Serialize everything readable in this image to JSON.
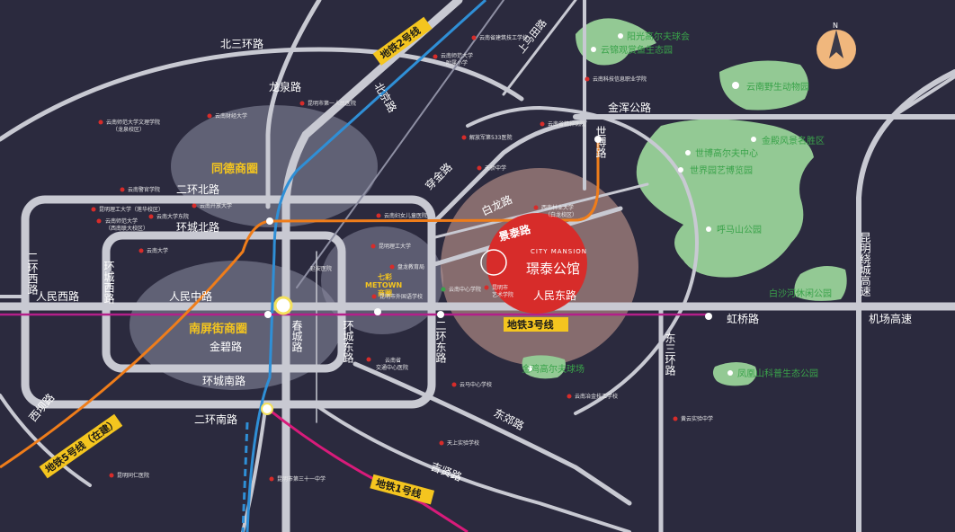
{
  "roads": {
    "bei_san_huan": "北三环路",
    "long_quan": "龙泉路",
    "bei_jing": "北京路",
    "er_huan_bei": "二环北路",
    "huan_cheng_bei": "环城北路",
    "er_huan_xi": "二环西路",
    "huan_cheng_xi": "环城西路",
    "ren_min_xi": "人民西路",
    "ren_min_zhong": "人民中路",
    "ren_min_dong": "人民东路",
    "chun_cheng": "春城路",
    "jin_bi": "金碧路",
    "huan_cheng_nan": "环城南路",
    "er_huan_nan": "二环南路",
    "xi_ba": "西坝路",
    "huan_cheng_dong": "环城东路",
    "er_huan_dong": "二环东路",
    "dong_san_huan": "东三环路",
    "dong_jiao": "东郊路",
    "ji_xian": "吉贤路",
    "hong_qiao": "虹桥路",
    "ji_chang_gao_su": "机场高速",
    "kunming_rao_cheng": "昆明绕城高速",
    "jin_hun": "金浑公路",
    "shi_bo": "世博路",
    "chuan_jin": "穿金路",
    "bai_long": "白龙路",
    "jing_tai": "景泰路",
    "shang_ma_tian": "上马田路"
  },
  "metro_lines": {
    "line1": "地铁1号线",
    "line2": "地铁2号线",
    "line3": "地铁3号线",
    "line5": "地铁5号线（在建）"
  },
  "districts": {
    "tong_de": "同德商圈",
    "nan_ping": "南屏街商圈",
    "metown_a": "七彩",
    "metown_b": "METOWN",
    "metown_c": "商圈"
  },
  "project": {
    "name_en": "CITY MANSION",
    "name_cn": "璟泰公馆"
  },
  "green_places": [
    "阳光高尔夫球会",
    "云锦观赏鱼生态园",
    "云南野生动物园",
    "金殿风景名胜区",
    "世博高尔夫中心",
    "世界园艺博览园",
    "呼马山公园",
    "白沙河休闲公园",
    "金鸡高尔夫球场",
    "凤凰山科普生态公园"
  ],
  "pois": [
    "云南省建筑技工学校",
    "云南师范大学",
    "附属小学",
    "云南科技信息职业学院",
    "云南省精神病院",
    "昆明市第一人民医院",
    "云南师范大学文理学院",
    "（龙泉校区）",
    "云南财经大学",
    "解放军第533医院",
    "天骄中学",
    "云南警官学院",
    "云南开放大学",
    "昆明理工大学（莲华校区）",
    "云南大学东院",
    "云南师范大学",
    "（西南联大校区）",
    "云南妇女儿童医院",
    "云南大学",
    "西南林业大学",
    "（白龙校区）",
    "昆明理工大学",
    "延安医院",
    "盘龙教育局",
    "昆明市外国语学校",
    "昆明市",
    "艺术学院",
    "云南省",
    "交通中心医院",
    "云马中心学校",
    "云南冶金技工学校",
    "昆明市第三十一中学",
    "黄云实验中学",
    "昆明同仁医院",
    "天上实验学校",
    "云南中心学院"
  ],
  "compass": "N",
  "colors": {
    "background": "#2b2a3e",
    "road": "#c8c9d2",
    "green_area": "#93c994",
    "project_circle": "#d72c2a",
    "line1": "#d81b7a",
    "line2": "#2f8fd6",
    "line3": "#b41f8a",
    "line5": "#ef7d1a",
    "label_yellow": "#f4c51f"
  }
}
